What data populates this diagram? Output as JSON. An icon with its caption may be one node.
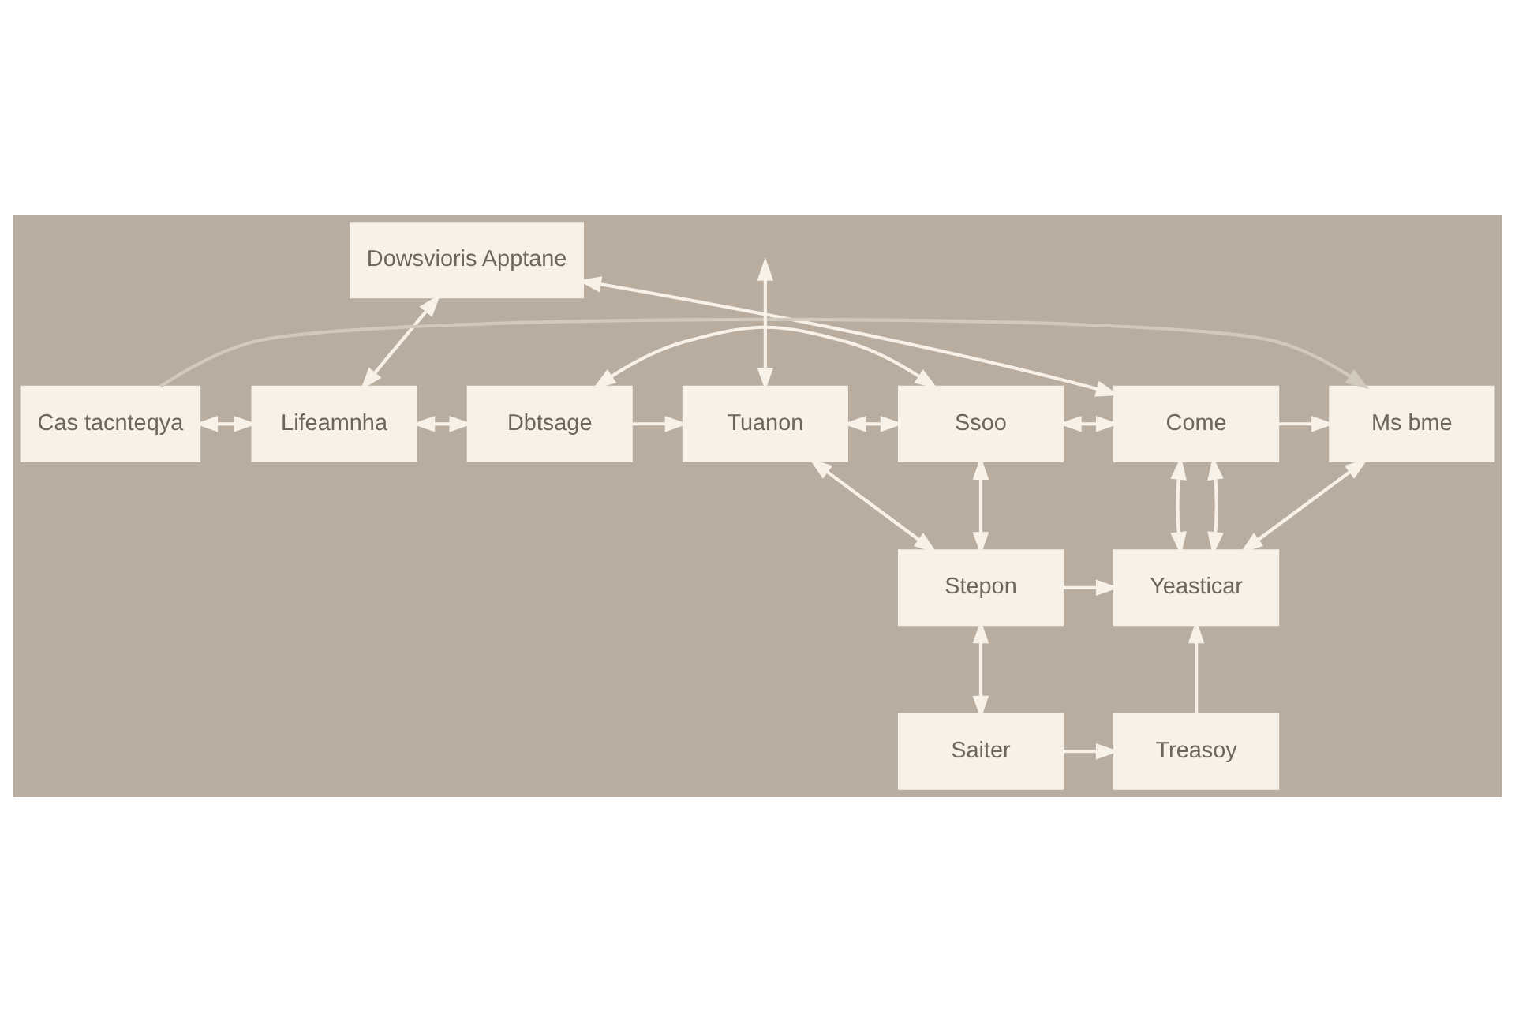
{
  "diagram": {
    "nodes": [
      {
        "text": [
          "Dowsvioris Apptane"
        ]
      },
      {
        "text": [
          "Cas tacnteqya"
        ]
      },
      {
        "text": [
          "Lifeamnha"
        ]
      },
      {
        "text": [
          "Dbtsage"
        ]
      },
      {
        "text": [
          "Tuanon"
        ]
      },
      {
        "text": [
          "Ssoo"
        ]
      },
      {
        "text": [
          "Come"
        ]
      },
      {
        "text": [
          "Ms bme"
        ]
      },
      {
        "text": [
          "Stepon"
        ]
      },
      {
        "text": [
          "Yeasticar"
        ]
      },
      {
        "text": [
          "Saiter"
        ]
      },
      {
        "text": [
          "Treasoy"
        ]
      }
    ],
    "edges": [
      {
        "from": 0,
        "to": 2,
        "arrow": "both"
      },
      {
        "from": 0,
        "to": 6,
        "arrow": "both"
      },
      {
        "from": 3,
        "to": 5,
        "arrow": "both"
      },
      {
        "from": 1,
        "to": 7,
        "arrow": "to",
        "color": "#d2c9bd"
      },
      {
        "from": 1,
        "to": 2,
        "arrow": "both"
      },
      {
        "from": 2,
        "to": 3,
        "arrow": "both"
      },
      {
        "from": 3,
        "to": 4,
        "arrow": "to"
      },
      {
        "from": 4,
        "to": 5,
        "arrow": "both"
      },
      {
        "from": 5,
        "to": 6,
        "arrow": "both"
      },
      {
        "from": 6,
        "to": 7,
        "arrow": "to"
      },
      {
        "from": null,
        "to": 4,
        "arrow": "both"
      },
      {
        "from": 4,
        "to": 8,
        "arrow": "both"
      },
      {
        "from": 5,
        "to": 8,
        "arrow": "both"
      },
      {
        "from": 6,
        "to": 9,
        "arrow": "both"
      },
      {
        "from": 6,
        "to": 9,
        "arrow": "both"
      },
      {
        "from": 7,
        "to": 9,
        "arrow": "both"
      },
      {
        "from": 8,
        "to": 9,
        "arrow": "to"
      },
      {
        "from": 8,
        "to": 10,
        "arrow": "both"
      },
      {
        "from": 10,
        "to": 11,
        "arrow": "to"
      },
      {
        "from": 11,
        "to": 9,
        "arrow": "to"
      }
    ]
  }
}
